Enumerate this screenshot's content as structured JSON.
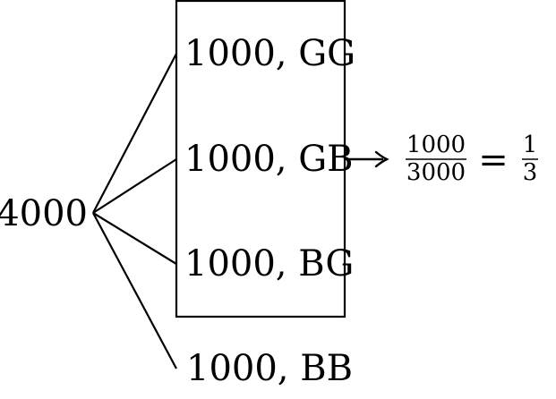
{
  "root": {
    "label": "4000"
  },
  "branches": [
    {
      "label": "1000, GG",
      "boxed": true
    },
    {
      "label": "1000, GB",
      "boxed": true
    },
    {
      "label": "1000, BG",
      "boxed": true
    },
    {
      "label": "1000, BB",
      "boxed": false
    }
  ],
  "result": {
    "numerator": "1000",
    "denominator": "3000",
    "equals": "=",
    "simplified_numerator": "1",
    "simplified_denominator": "3"
  }
}
